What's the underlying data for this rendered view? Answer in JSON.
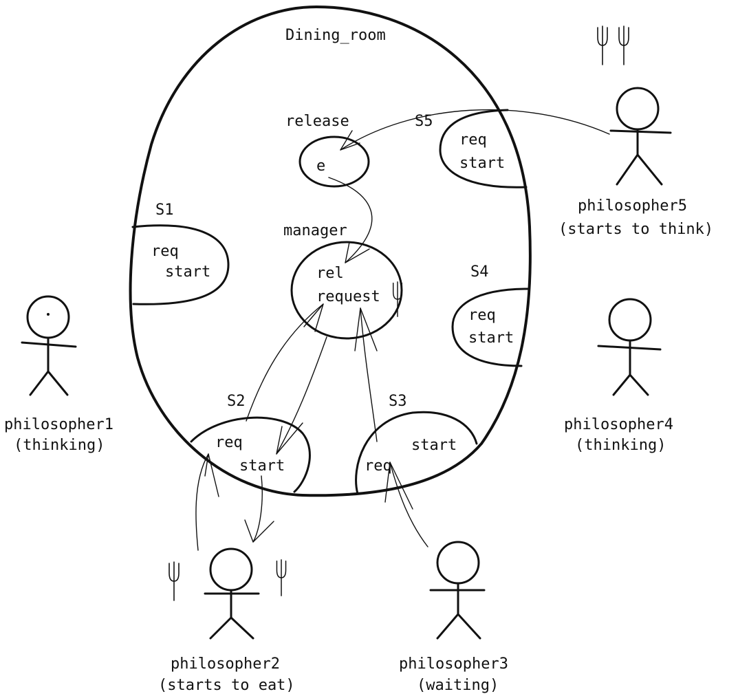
{
  "room": {
    "title": "Dining_room"
  },
  "objects": {
    "release": {
      "name": "release",
      "entry": "e"
    },
    "manager": {
      "name": "manager",
      "entry1": "rel",
      "entry2": "request"
    },
    "s1": {
      "name": "S1",
      "entry1": "req",
      "entry2": "start"
    },
    "s2": {
      "name": "S2",
      "entry1": "req",
      "entry2": "start"
    },
    "s3": {
      "name": "S3",
      "entry1": "start",
      "entry2": "req"
    },
    "s4": {
      "name": "S4",
      "entry1": "req",
      "entry2": "start"
    },
    "s5": {
      "name": "S5",
      "entry1": "req",
      "entry2": "start"
    }
  },
  "philosophers": [
    {
      "name": "philosopher1",
      "state": "(thinking)"
    },
    {
      "name": "philosopher2",
      "state": "(starts to eat)"
    },
    {
      "name": "philosopher3",
      "state": "(waiting)"
    },
    {
      "name": "philosopher4",
      "state": "(thinking)"
    },
    {
      "name": "philosopher5",
      "state": "(starts to think)"
    }
  ]
}
